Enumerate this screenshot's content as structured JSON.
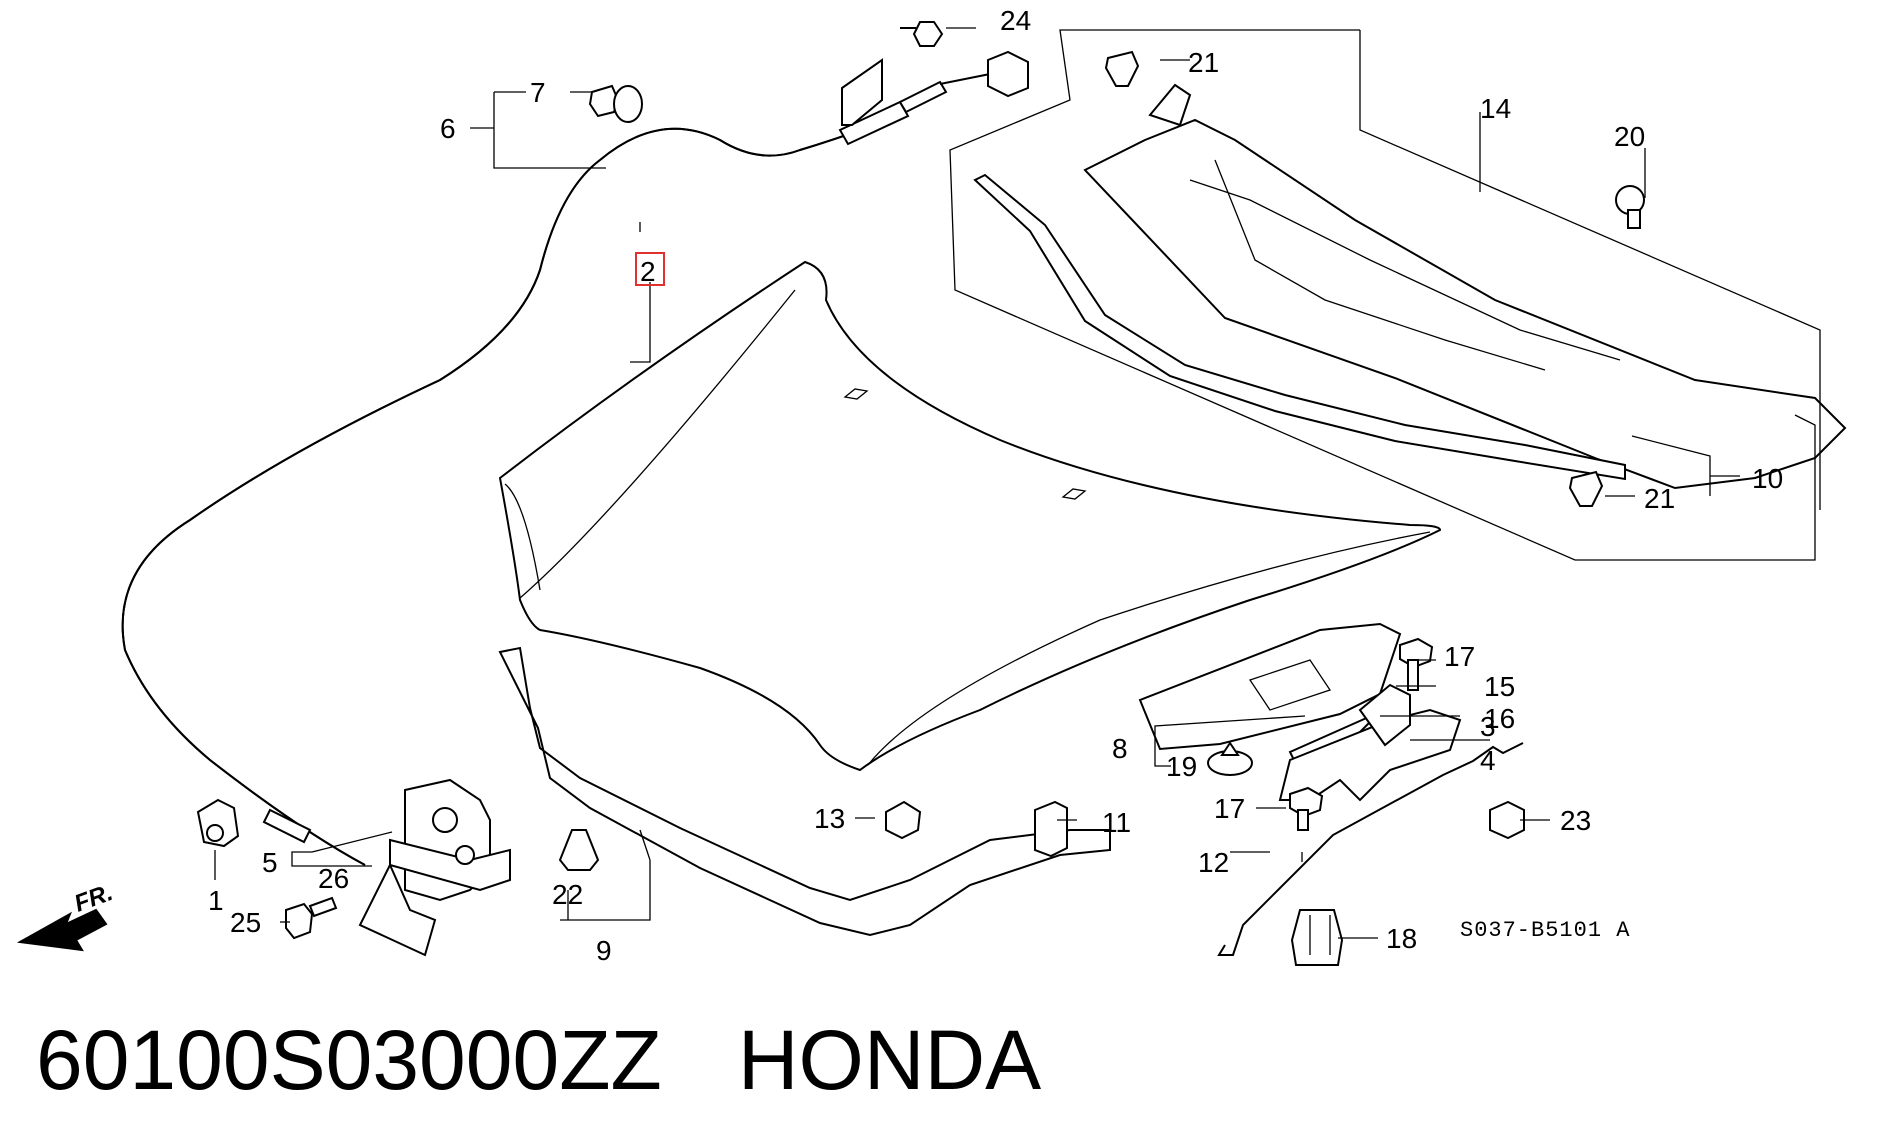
{
  "diagram": {
    "callouts": [
      {
        "id": "c1",
        "label": "1"
      },
      {
        "id": "c2",
        "label": "2"
      },
      {
        "id": "c3",
        "label": "3"
      },
      {
        "id": "c4",
        "label": "4"
      },
      {
        "id": "c5",
        "label": "5"
      },
      {
        "id": "c6",
        "label": "6"
      },
      {
        "id": "c7",
        "label": "7"
      },
      {
        "id": "c8",
        "label": "8"
      },
      {
        "id": "c9",
        "label": "9"
      },
      {
        "id": "c10",
        "label": "10"
      },
      {
        "id": "c11",
        "label": "11"
      },
      {
        "id": "c12",
        "label": "12"
      },
      {
        "id": "c13",
        "label": "13"
      },
      {
        "id": "c14",
        "label": "14"
      },
      {
        "id": "c15",
        "label": "15"
      },
      {
        "id": "c16",
        "label": "16"
      },
      {
        "id": "c17a",
        "label": "17"
      },
      {
        "id": "c17b",
        "label": "17"
      },
      {
        "id": "c18",
        "label": "18"
      },
      {
        "id": "c19",
        "label": "19"
      },
      {
        "id": "c20",
        "label": "20"
      },
      {
        "id": "c21a",
        "label": "21"
      },
      {
        "id": "c21b",
        "label": "21"
      },
      {
        "id": "c22",
        "label": "22"
      },
      {
        "id": "c23",
        "label": "23"
      },
      {
        "id": "c24",
        "label": "24"
      },
      {
        "id": "c25",
        "label": "25"
      },
      {
        "id": "c26",
        "label": "26"
      }
    ],
    "highlighted_callout": "c2",
    "highlight_color": "#e0312f",
    "front_arrow_label": "FR.",
    "drawing_code": "S037-B5101 A"
  },
  "footer": {
    "part_number": "60100S03000ZZ",
    "brand": "HONDA"
  }
}
